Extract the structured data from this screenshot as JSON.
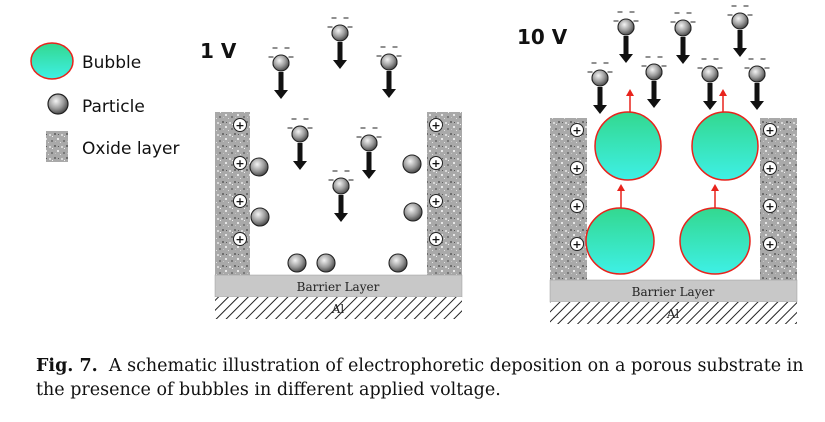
{
  "legend": {
    "bubble": "Bubble",
    "particle": "Particle",
    "oxide": "Oxide layer"
  },
  "panels": {
    "left": {
      "voltage": "1 V",
      "barrier": "Barrier Layer",
      "metal": "Al"
    },
    "right": {
      "voltage": "10 V",
      "barrier": "Barrier Layer",
      "metal": "Al"
    }
  },
  "caption": {
    "label": "Fig. 7.",
    "text": "A schematic illustration of electrophoretic deposition on a porous substrate in the presence of bubbles in different applied voltage."
  },
  "colors": {
    "bubble_top": "#33d88f",
    "bubble_bottom": "#3ef0e6",
    "bubble_outline": "#e8231c",
    "arrow_red": "#e8231c",
    "particle": "#8a8a8a",
    "barrier": "#c8c8c8"
  },
  "symbols": {
    "plus": "+",
    "minus": "−"
  }
}
